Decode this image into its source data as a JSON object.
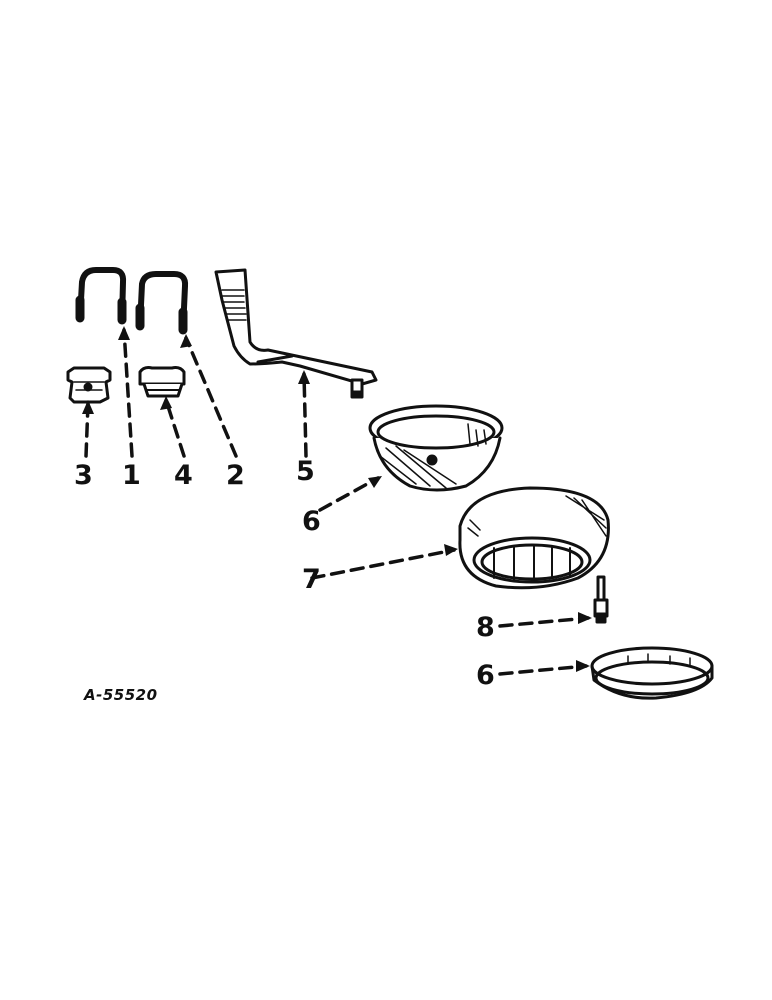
{
  "diagram": {
    "drawing_id": "A-55520",
    "colors": {
      "ink": "#111111",
      "background": "#ffffff"
    },
    "callouts": [
      {
        "number": "3",
        "part": "clamp-plate-flat"
      },
      {
        "number": "1",
        "part": "u-bolt-left"
      },
      {
        "number": "4",
        "part": "clamp-block"
      },
      {
        "number": "2",
        "part": "u-bolt-right"
      },
      {
        "number": "5",
        "part": "wheel-arm-bracket"
      },
      {
        "number": "6",
        "part": "wheel-hub-half-upper"
      },
      {
        "number": "7",
        "part": "tire"
      },
      {
        "number": "8",
        "part": "grease-fitting"
      },
      {
        "number": "6",
        "part": "wheel-hub-half-lower"
      }
    ]
  }
}
